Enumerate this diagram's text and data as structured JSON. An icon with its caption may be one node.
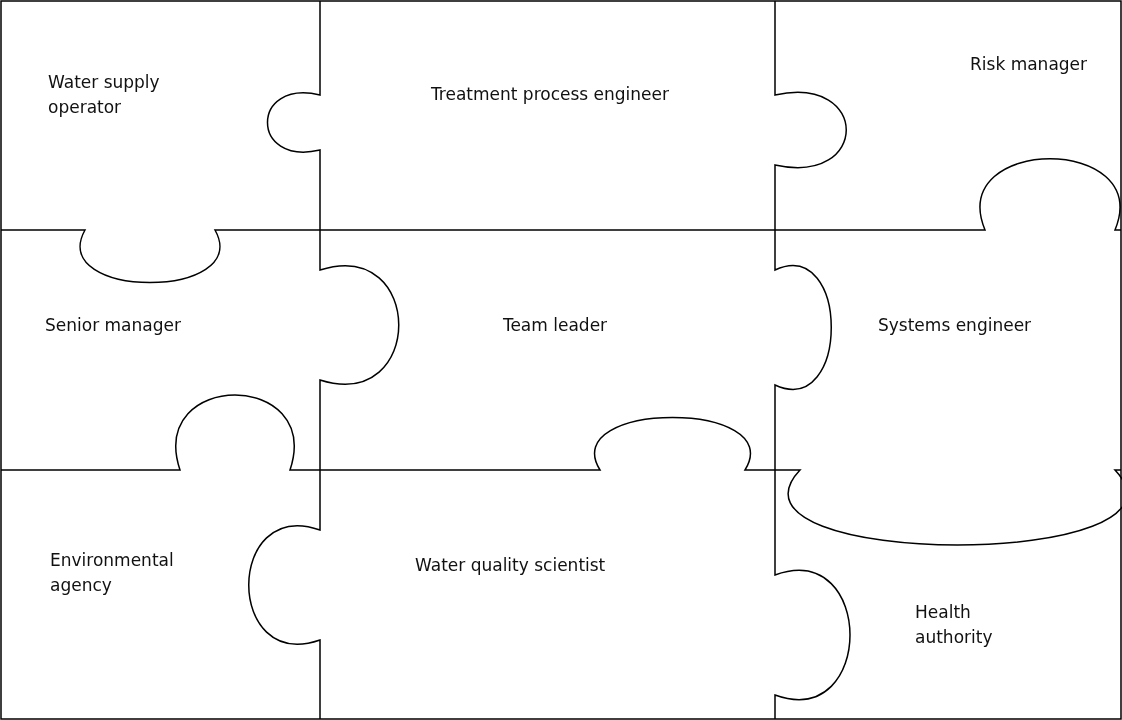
{
  "diagram": {
    "nodes": [
      {
        "text": [
          "Water supply operator"
        ]
      },
      {
        "text": [
          "Treatment process engineer"
        ]
      },
      {
        "text": [
          "Risk manager"
        ]
      },
      {
        "text": [
          "Senior manager"
        ]
      },
      {
        "text": [
          "Team leader"
        ]
      },
      {
        "text": [
          "Systems engineer"
        ]
      },
      {
        "text": [
          "Environmental agency"
        ]
      },
      {
        "text": [
          "Water quality scientist"
        ]
      },
      {
        "text": [
          "Health authority"
        ]
      }
    ]
  }
}
